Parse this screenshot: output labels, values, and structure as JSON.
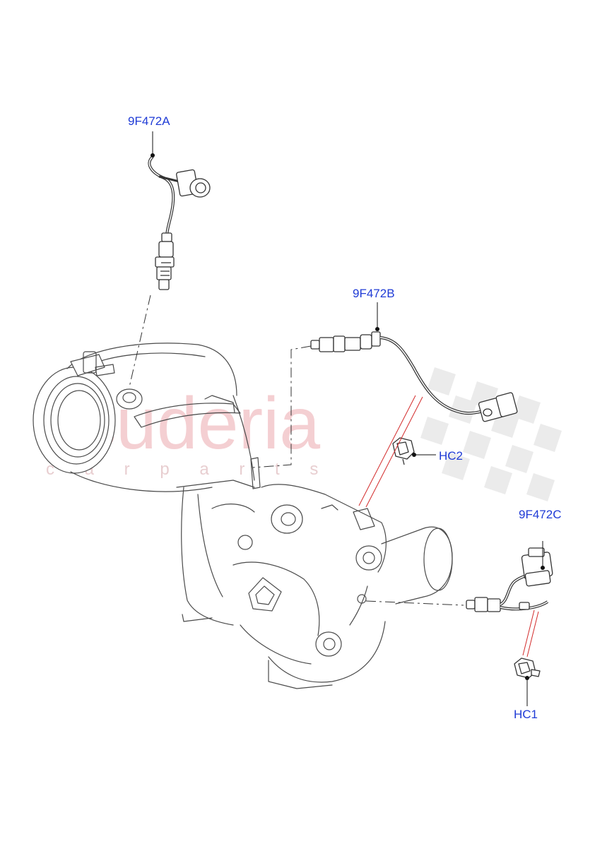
{
  "watermark": {
    "brand": "scuderia",
    "tagline": "c a r   p a r t s"
  },
  "callouts": [
    {
      "id": "9F472A",
      "label": "9F472A"
    },
    {
      "id": "9F472B",
      "label": "9F472B"
    },
    {
      "id": "9F472C",
      "label": "9F472C"
    },
    {
      "id": "HC2",
      "label": "HC2"
    },
    {
      "id": "HC1",
      "label": "HC1"
    }
  ],
  "colors": {
    "callout_text": "#1f3bd6",
    "line_art": "#4a4a4a",
    "leader_red": "#d32b2b",
    "watermark": "#f3c7cb",
    "checker": "#d9d9d9"
  }
}
